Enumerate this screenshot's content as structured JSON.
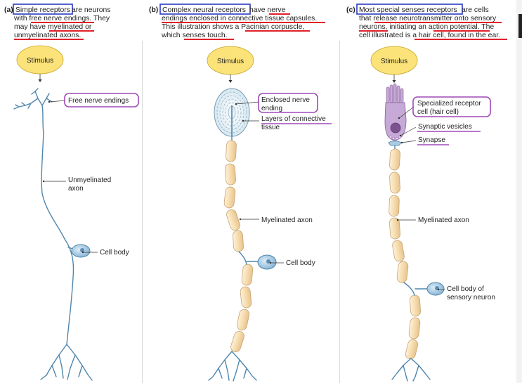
{
  "panels": [
    {
      "letter": "(a)",
      "caption": {
        "line1_boxed": "Simple receptors",
        "line1_rest": " are neurons",
        "line2": "with free nerve endings. They",
        "line3": "may have myelinated or",
        "line4": "unmyelinated axons."
      },
      "stimulus": "Stimulus",
      "labels": {
        "free_nerve_endings": "Free nerve endings",
        "unmyelinated_axon_1": "Unmyelinated",
        "unmyelinated_axon_2": "axon",
        "cell_body": "Cell body"
      }
    },
    {
      "letter": "(b)",
      "caption": {
        "line1_boxed": "Complex neural receptors",
        "line1_rest": " have nerve",
        "line2": "endings enclosed in connective tissue capsules.",
        "line3": "This illustration shows a Pacinian corpuscle,",
        "line4": "which senses touch."
      },
      "stimulus": "Stimulus",
      "labels": {
        "enclosed_1": "Enclosed nerve",
        "enclosed_2": "ending",
        "layers_1": "Layers of connective",
        "layers_2": "tissue",
        "myelinated_axon": "Myelinated axon",
        "cell_body": "Cell body"
      }
    },
    {
      "letter": "(c)",
      "caption": {
        "line1_boxed": "Most special senses receptors",
        "line1_rest": " are cells",
        "line2": "that release neurotransmitter onto sensory",
        "line3": "neurons, initiating an action potential. The",
        "line4": "cell illustrated is a hair cell, found in the ear."
      },
      "stimulus": "Stimulus",
      "labels": {
        "specialized_1": "Specialized receptor",
        "specialized_2": "cell (hair cell)",
        "synaptic_vesicles": "Synaptic vesicles",
        "synapse": "Synapse",
        "myelinated_axon": "Myelinated axon",
        "cell_body_1": "Cell body of",
        "cell_body_2": "sensory neuron"
      }
    }
  ],
  "colors": {
    "stimulus_fill": "#fbe37a",
    "stimulus_stroke": "#c9a82a",
    "nerve_stroke": "#4f86ad",
    "myelin_fill": "#f6dfb6",
    "myelin_stroke": "#c7a575",
    "soma_fill": "#a8cbe3",
    "hair_cell_fill": "#c6a9d6",
    "highlight_blue": "#2b3cc4",
    "highlight_purple": "#a04ab8",
    "underline_red": "#e0202a"
  }
}
